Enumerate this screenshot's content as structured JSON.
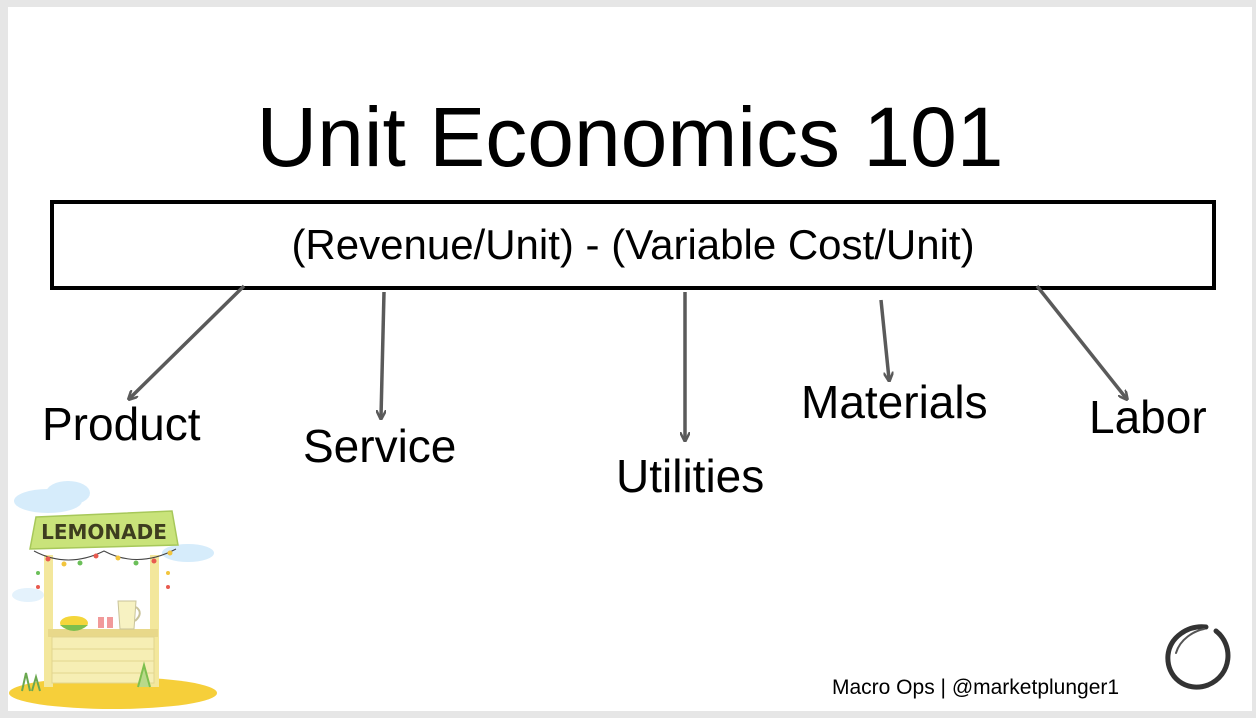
{
  "slide": {
    "title": "Unit Economics 101",
    "formula": "(Revenue/Unit) - (Variable Cost/Unit)",
    "cost_items": [
      "Product",
      "Service",
      "Utilities",
      "Materials",
      "Labor"
    ],
    "footer": "Macro Ops | @marketplunger1",
    "illustration_sign": "LEMONADE"
  },
  "colors": {
    "arrow": "#5a5a5a",
    "border": "#000000",
    "text": "#000000"
  }
}
